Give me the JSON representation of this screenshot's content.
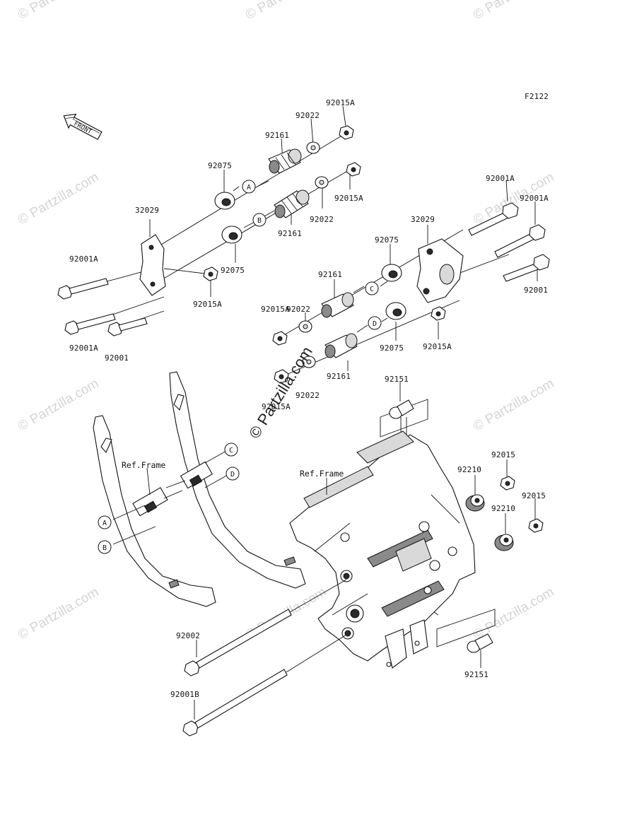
{
  "diagram_code": "F2122",
  "front_arrow_text": "FRONT",
  "watermark_text": "© Partzilla.com",
  "center_watermark_text": "© Partzilla.com",
  "ref_frame_left": "Ref.Frame",
  "ref_frame_right": "Ref.Frame",
  "callouts": [
    "A",
    "B",
    "C",
    "D"
  ],
  "parts": {
    "p92015A_top": "92015A",
    "p92022_top": "92022",
    "p92161_top": "92161",
    "p92075_left_top": "92075",
    "p92015A_mid": "92015A",
    "p92022_mid": "92022",
    "p92161_mid": "92161",
    "p32029_left": "32029",
    "p92075_left_bottom": "92075",
    "p92001A_left1": "92001A",
    "p92015A_left": "92015A",
    "p92001A_left2": "92001A",
    "p92001_left": "92001",
    "p92001A_right1": "92001A",
    "p92001A_right2": "92001A",
    "p32029_right": "32029",
    "p92075_right_top": "92075",
    "p92161_right": "92161",
    "p92022_right": "92022",
    "p92015A_right1": "92015A",
    "p92001_right": "92001",
    "p92015A_right2": "92015A",
    "p92075_right_bottom": "92075",
    "p92161_lower": "92161",
    "p92022_lower": "92022",
    "p92015A_lower": "92015A",
    "p92151_top": "92151",
    "p92015_a": "92015",
    "p92210_a": "92210",
    "p92015_b": "92015",
    "p92210_b": "92210",
    "p92002": "92002",
    "p92001B": "92001B",
    "p92151_bottom": "92151"
  }
}
